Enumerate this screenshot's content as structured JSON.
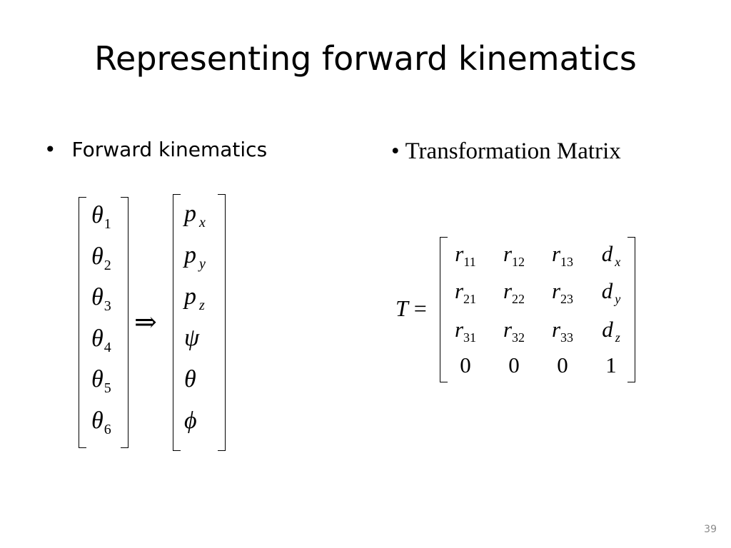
{
  "slide": {
    "title": "Representing forward kinematics",
    "page_number": "39"
  },
  "left": {
    "bullet_char": "•",
    "bullet_text": "Forward kinematics",
    "joint_vector": [
      {
        "sym": "θ",
        "sub": "1"
      },
      {
        "sym": "θ",
        "sub": "2"
      },
      {
        "sym": "θ",
        "sub": "3"
      },
      {
        "sym": "θ",
        "sub": "4"
      },
      {
        "sym": "θ",
        "sub": "5"
      },
      {
        "sym": "θ",
        "sub": "6"
      }
    ],
    "implies": "⇒",
    "pose_vector": [
      {
        "sym": "p",
        "sub": "x"
      },
      {
        "sym": "p",
        "sub": "y"
      },
      {
        "sym": "p",
        "sub": "z"
      },
      {
        "sym": "ψ",
        "sub": ""
      },
      {
        "sym": "θ",
        "sub": ""
      },
      {
        "sym": "ϕ",
        "sub": ""
      }
    ]
  },
  "right": {
    "bullet_char": "•",
    "bullet_text": "Transformation Matrix",
    "lhs_var": "T",
    "equals": "=",
    "matrix": [
      [
        {
          "v": "r",
          "s": "11"
        },
        {
          "v": "r",
          "s": "12"
        },
        {
          "v": "r",
          "s": "13"
        },
        {
          "v": "d",
          "si": "x"
        }
      ],
      [
        {
          "v": "r",
          "s": "21"
        },
        {
          "v": "r",
          "s": "22"
        },
        {
          "v": "r",
          "s": "23"
        },
        {
          "v": "d",
          "si": "y"
        }
      ],
      [
        {
          "v": "r",
          "s": "31"
        },
        {
          "v": "r",
          "s": "32"
        },
        {
          "v": "r",
          "s": "33"
        },
        {
          "v": "d",
          "si": "z"
        }
      ],
      [
        {
          "n": "0"
        },
        {
          "n": "0"
        },
        {
          "n": "0"
        },
        {
          "n": "1"
        }
      ]
    ]
  }
}
